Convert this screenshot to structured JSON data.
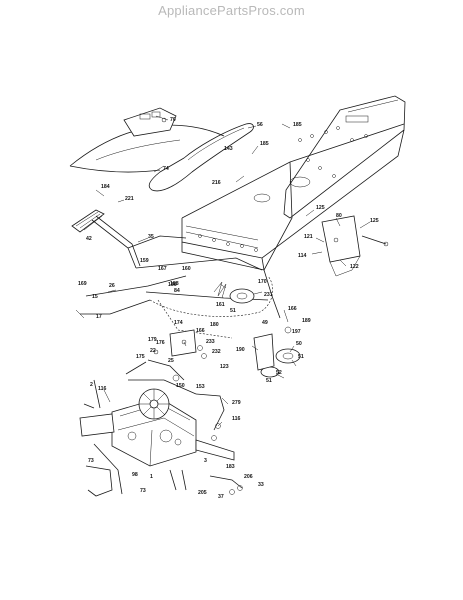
{
  "watermark": "AppliancePartsPros.com",
  "callouts": {
    "c70": "70",
    "c56": "56",
    "c185a": "185",
    "c185b": "185",
    "c143": "143",
    "c74": "74",
    "c216": "216",
    "c184": "184",
    "c221": "221",
    "c80": "80",
    "c125a": "125",
    "c125b": "125",
    "c121": "121",
    "c114": "114",
    "c122": "122",
    "c42": "42",
    "c35": "35",
    "c159": "159",
    "c167": "167",
    "c160": "160",
    "c170": "170",
    "c231": "231",
    "c186": "186",
    "c188": "188",
    "c84": "84",
    "c26": "26",
    "c169": "169",
    "c15": "15",
    "c17": "17",
    "c161": "161",
    "c51a": "51",
    "c51b": "51",
    "c51c": "51",
    "c49": "49",
    "c189": "189",
    "c190": "190",
    "c180": "180",
    "c166": "166",
    "c174": "174",
    "c176": "176",
    "c179": "179",
    "c233": "233",
    "c232": "232",
    "c175": "175",
    "c25": "25",
    "c22": "22",
    "c150": "150",
    "c153": "153",
    "c123": "123",
    "c50": "50",
    "c197": "197",
    "c52": "52",
    "c2": "2",
    "c116a": "116",
    "c116b": "116",
    "c279": "279",
    "c1": "1",
    "c3": "3",
    "c183": "183",
    "c73a": "73",
    "c73b": "73",
    "c98": "98",
    "c205": "205",
    "c206": "206",
    "c37": "37",
    "c33": "33"
  }
}
